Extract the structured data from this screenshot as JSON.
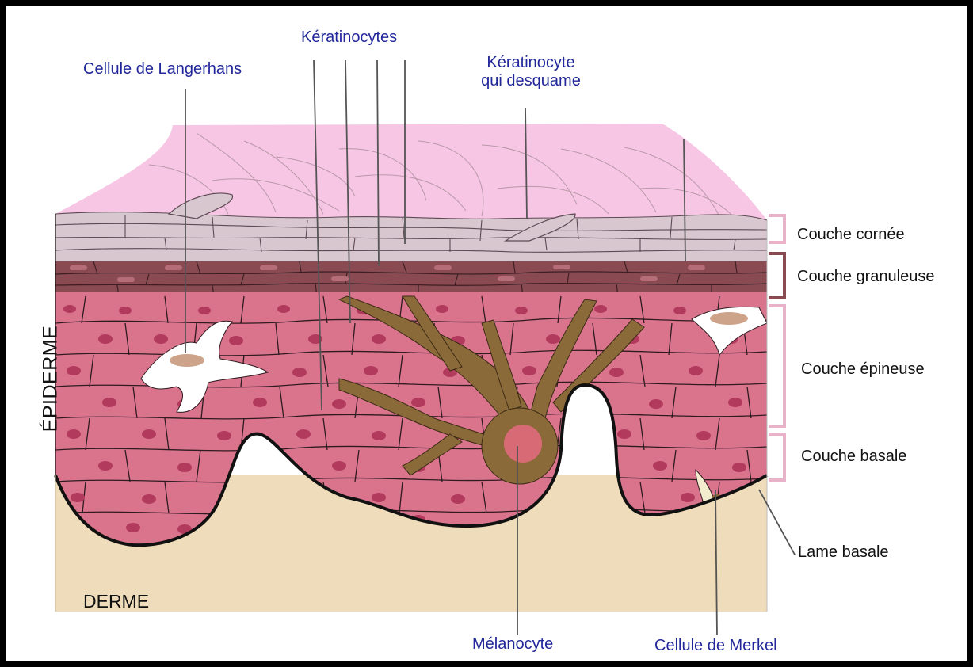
{
  "labels": {
    "langerhans": "Cellule de Langerhans",
    "keratinocytes": "Kératinocytes",
    "desquame_line1": "Kératinocyte",
    "desquame_line2": "qui desquame",
    "couche_cornee": "Couche cornée",
    "couche_granuleuse": "Couche granuleuse",
    "couche_epineuse": "Couche épineuse",
    "couche_basale": "Couche basale",
    "lame_basale": "Lame basale",
    "melanocyte": "Mélanocyte",
    "merkel": "Cellule de Merkel",
    "epiderme": "ÉPIDERME",
    "derme": "DERME"
  },
  "colors": {
    "label_blue": "#22289a",
    "corneum_top": "#f6c6e4",
    "corneum_flakes": "#d9c7cf",
    "granular": "#8a4a52",
    "spinous_cell": "#d9748c",
    "nucleus": "#b23a5c",
    "melanocyte": "#8b6a3a",
    "dermis": "#efdcba",
    "bracket_pink": "#e8b3c8",
    "bracket_brown": "#8a4a52"
  }
}
